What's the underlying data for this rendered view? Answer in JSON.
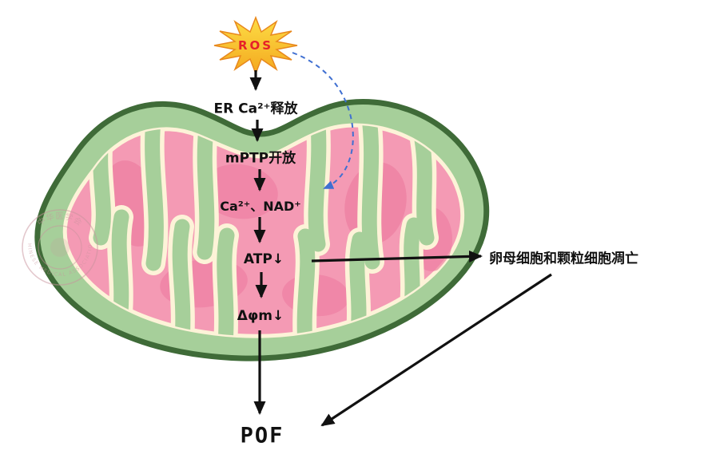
{
  "diagram": {
    "ros_label": "ROS",
    "steps": {
      "er_release": "ER Ca²⁺释放",
      "mptp_opening": "mPTP开放",
      "ca_nad": "Ca²⁺、NAD⁺",
      "atp_down": "ATP↓",
      "delta_phi_m_down": "Δφm↓",
      "apoptosis": "卵母细胞和颗粒细胞凋亡",
      "pof": "POF"
    },
    "watermark": {
      "top_text": "中华医学会",
      "bottom_text": "CHINESE MEDICAL ASSOCIATION"
    },
    "colors": {
      "ros_star_fill": "#f8cc32",
      "ros_star_edge": "#e8881d",
      "ros_text": "#e62129",
      "mito_outer_membrane": "#3f6b38",
      "mito_green_fill": "#a6cf9a",
      "matrix_pink": "#f49ab4",
      "crista_dark_pink": "#ee7fa2",
      "membrane_cream": "#fdf3d8",
      "arrow_black": "#111111",
      "dashed_arrow_blue": "#3f6fd1",
      "watermark_pink": "#c9939d"
    }
  }
}
